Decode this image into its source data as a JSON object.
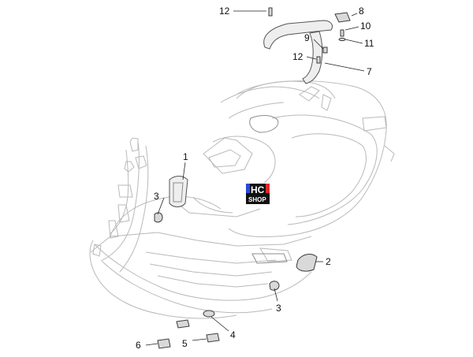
{
  "diagram": {
    "callouts": [
      "12",
      "8",
      "10",
      "9",
      "11",
      "12",
      "7",
      "1",
      "3",
      "2",
      "3",
      "4",
      "5",
      "6"
    ]
  },
  "logo": {
    "line1": "HC",
    "line2": "SHOP",
    "colors": {
      "background": "#111111",
      "accent_left": "#2a4bd7",
      "accent_right": "#d92a2a",
      "text": "#ffffff"
    }
  }
}
